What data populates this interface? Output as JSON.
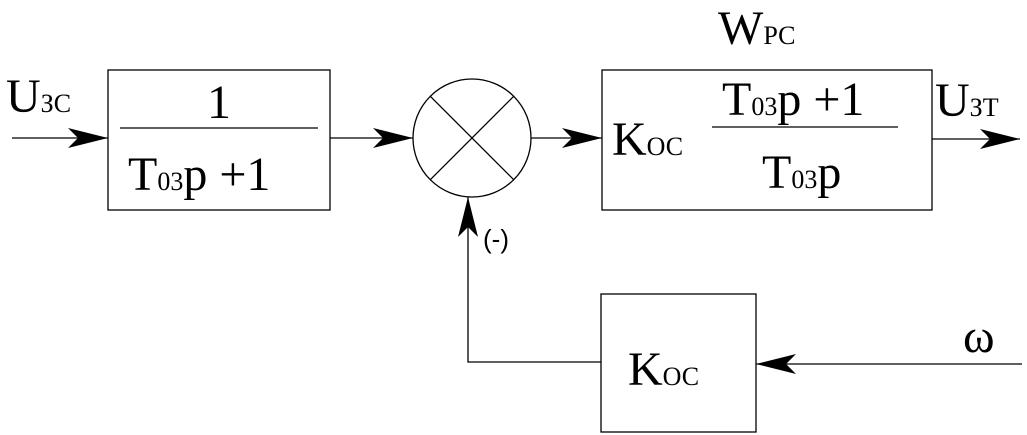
{
  "labels": {
    "input_main": "U",
    "input_sub": "ЗС",
    "output_main": "U",
    "output_sub": "ЗТ",
    "omega": "ω",
    "wpc_main": "W",
    "wpc_sub": "РС",
    "minus": "(-)"
  },
  "filter_block": {
    "numerator": "1",
    "den_main": "T",
    "den_sub": "03",
    "den_tail": "p +1"
  },
  "regulator_block": {
    "gain_main": "K",
    "gain_sub": "ОС",
    "num_main": "T",
    "num_sub": "03",
    "num_tail": "p +1",
    "den_main": "T",
    "den_sub": "03",
    "den_tail": "p"
  },
  "feedback_block": {
    "gain_main": "K",
    "gain_sub": "ОС"
  }
}
